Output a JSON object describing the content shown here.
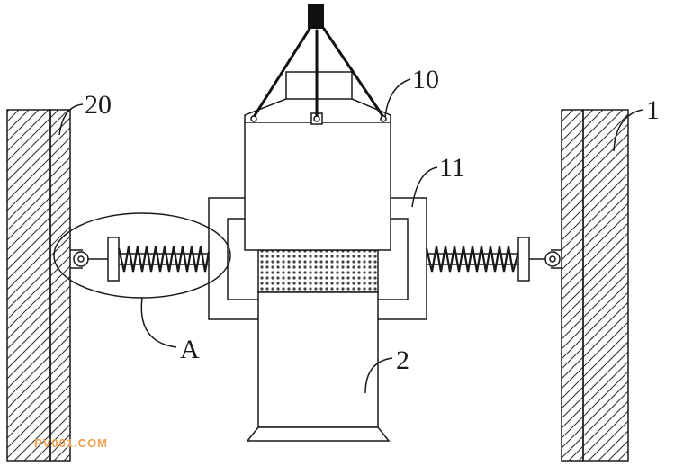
{
  "labels": {
    "pole_left": "20",
    "pole_right": "1",
    "bracket": "10",
    "frame": "11",
    "detail": "A",
    "body": "2"
  },
  "watermark": "PV001.COM",
  "colors": {
    "line": "#1a1a1a",
    "hatch": "#333333",
    "mesh": "#444444",
    "watermark": "#f0a050"
  }
}
